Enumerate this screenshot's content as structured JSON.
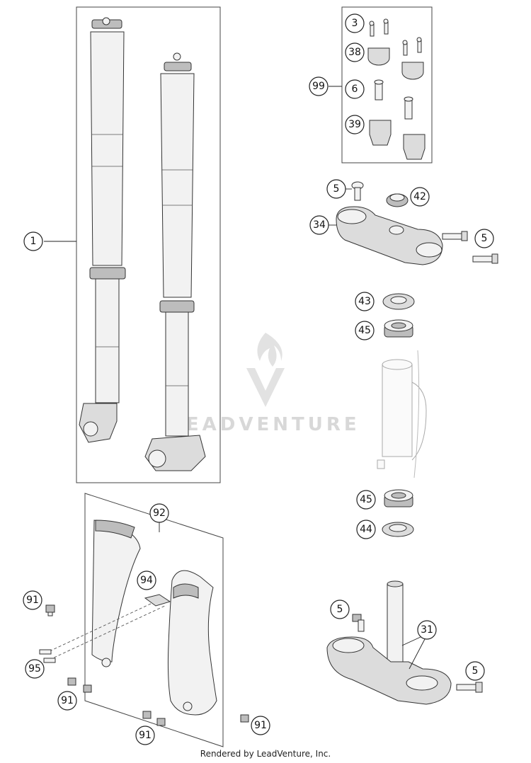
{
  "watermark": "LEADVENTURE",
  "footer": "Rendered by LeadVenture, Inc.",
  "callouts": {
    "c1": "1",
    "c3": "3",
    "c38": "38",
    "c99": "99",
    "c6": "6",
    "c39": "39",
    "c5a": "5",
    "c42": "42",
    "c34": "34",
    "c5b": "5",
    "c43": "43",
    "c45a": "45",
    "c45b": "45",
    "c44": "44",
    "c92": "92",
    "c94": "94",
    "c91a": "91",
    "c95": "95",
    "c91b": "91",
    "c91c": "91",
    "c91d": "91",
    "c5c": "5",
    "c31": "31",
    "c5d": "5"
  }
}
